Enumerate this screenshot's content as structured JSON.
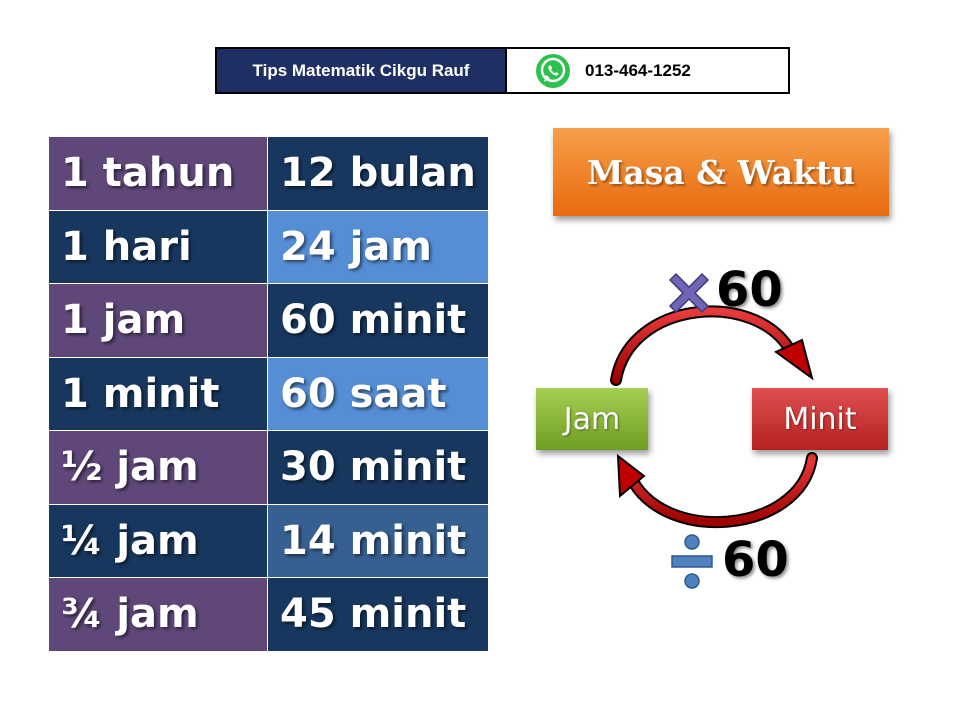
{
  "header": {
    "brand": "Tips Matematik Cikgu Rauf",
    "phone": "013-464-1252",
    "icon": "whatsapp-icon"
  },
  "table": {
    "rows": [
      {
        "left": "1 tahun",
        "right": "12 bulan",
        "left_color": "#5f477a",
        "right_color": "#17375e"
      },
      {
        "left": "1 hari",
        "right": "24 jam",
        "left_color": "#17375e",
        "right_color": "#558ed5"
      },
      {
        "left": "1 jam",
        "right": "60 minit",
        "left_color": "#5f477a",
        "right_color": "#17375e"
      },
      {
        "left": "1 minit",
        "right": "60 saat",
        "left_color": "#17375e",
        "right_color": "#558ed5"
      },
      {
        "left": "½ jam",
        "right": "30 minit",
        "left_color": "#5f477a",
        "right_color": "#17375e"
      },
      {
        "left": "¼ jam",
        "right": "14 minit",
        "left_color": "#17375e",
        "right_color": "#376092"
      },
      {
        "left": "¾ jam",
        "right": "45 minit",
        "left_color": "#5f477a",
        "right_color": "#17375e"
      }
    ]
  },
  "title": "Masa & Waktu",
  "diagram": {
    "from_unit": "Jam",
    "to_unit": "Minit",
    "multiply": {
      "icon": "times-icon",
      "value": "60"
    },
    "divide": {
      "icon": "divide-icon",
      "value": "60"
    },
    "arrow_color": "#c00000"
  }
}
